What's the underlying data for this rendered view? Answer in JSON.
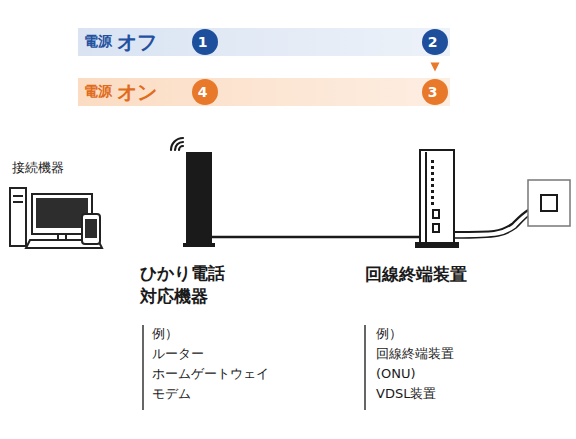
{
  "diagram": {
    "nodes": [
      {
        "text": [
          "電源",
          "オフ"
        ]
      },
      {
        "text": [
          "1"
        ],
        "in": 0
      },
      {
        "text": [
          "2"
        ],
        "in": 0
      },
      {
        "text": [
          "電源",
          "オン"
        ]
      },
      {
        "text": [
          "4"
        ],
        "in": 3
      },
      {
        "text": [
          "3"
        ],
        "in": 3
      }
    ],
    "edges": [
      {
        "from": 1,
        "to": 2,
        "arrow": "to"
      },
      {
        "from": 2,
        "to": 5,
        "arrow": "to"
      },
      {
        "from": 5,
        "to": 4,
        "arrow": "to"
      }
    ],
    "labels": [
      "接続機器",
      "ひかり電話 対応機器",
      "回線終端装置",
      "例）",
      "ルーター",
      "ホームゲートウェイ",
      "モデム",
      "例）",
      "回線終端装置",
      "(ONU)",
      "VDSL装置"
    ]
  }
}
